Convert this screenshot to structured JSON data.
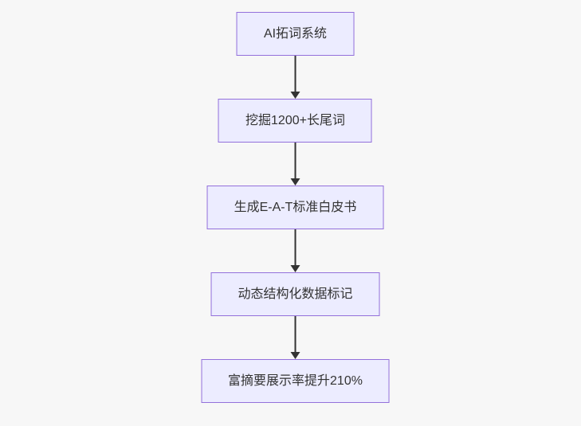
{
  "flowchart": {
    "type": "flowchart",
    "direction": "top-down",
    "nodes": [
      {
        "label": "AI拓词系统"
      },
      {
        "label": "挖掘1200+长尾词"
      },
      {
        "label": "生成E-A-T标准白皮书"
      },
      {
        "label": "动态结构化数据标记"
      },
      {
        "label": "富摘要展示率提升210%"
      }
    ],
    "edges": [
      {
        "from": 0,
        "to": 1
      },
      {
        "from": 1,
        "to": 2
      },
      {
        "from": 2,
        "to": 3
      },
      {
        "from": 3,
        "to": 4
      }
    ],
    "colors": {
      "background": "#f7f7f7",
      "node_fill": "#ECECFF",
      "node_border": "#9370DB",
      "node_text": "#333333",
      "arrow": "#333333"
    }
  }
}
